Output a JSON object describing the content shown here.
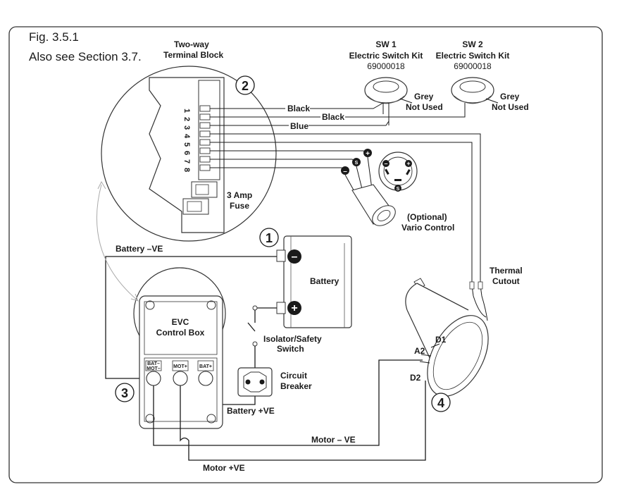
{
  "figure": {
    "title": "Fig. 3.5.1",
    "subtitle": "Also see Section 3.7."
  },
  "callouts": [
    "1",
    "2",
    "3",
    "4"
  ],
  "terminal_block": {
    "title_line1": "Two-way",
    "title_line2": "Terminal Block",
    "terminals": [
      "1",
      "2",
      "3",
      "4",
      "5",
      "6",
      "7",
      "8"
    ],
    "fuse_line1": "3 Amp",
    "fuse_line2": "Fuse"
  },
  "switches": [
    {
      "name": "SW 1",
      "kit": "Electric Switch Kit",
      "part": "69000018",
      "grey": "Grey",
      "unused": "Not Used"
    },
    {
      "name": "SW 2",
      "kit": "Electric Switch Kit",
      "part": "69000018",
      "grey": "Grey",
      "unused": "Not Used"
    }
  ],
  "wires": {
    "black1": "Black",
    "black2": "Black",
    "blue": "Blue",
    "battery_neg": "Battery –VE",
    "battery_pos": "Battery +VE",
    "motor_neg": "Motor – VE",
    "motor_pos": "Motor +VE"
  },
  "vario": {
    "line1": "(Optional)",
    "line2": "Vario Control",
    "plus": "+",
    "minus": "–",
    "s": "S"
  },
  "battery": {
    "label": "Battery",
    "neg": "–",
    "pos": "+"
  },
  "isolator": {
    "line1": "Isolator/Safety",
    "line2": "Switch"
  },
  "breaker": {
    "line1": "Circuit",
    "line2": "Breaker"
  },
  "evc": {
    "line1": "EVC",
    "line2": "Control Box",
    "t1_line1": "BAT–",
    "t1_line2": "MOT–",
    "t2": "MOT+",
    "t3": "BAT+"
  },
  "motor": {
    "a2": "A2",
    "d1": "D1",
    "d2": "D2",
    "thermal_line1": "Thermal",
    "thermal_line2": "Cutout"
  }
}
